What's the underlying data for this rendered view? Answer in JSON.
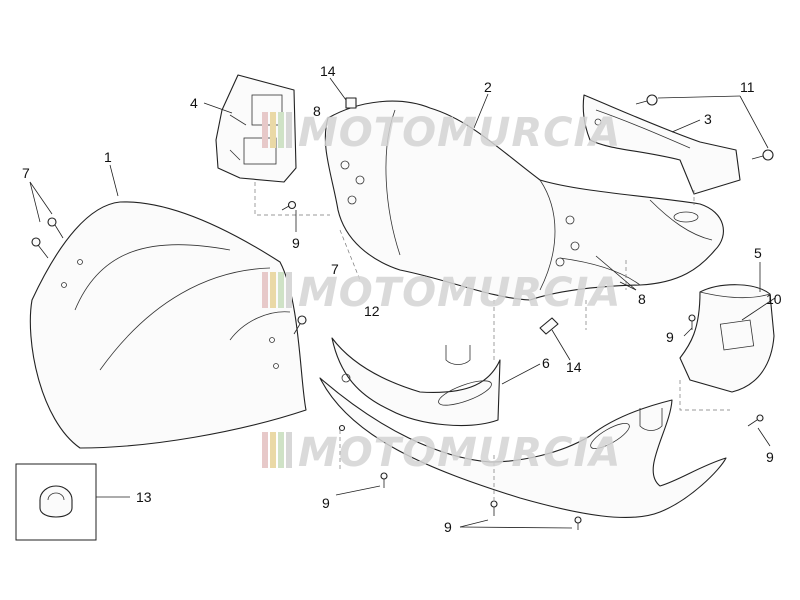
{
  "watermark": {
    "text": "MOTOMURCIA",
    "stripe_colors": [
      "#e7c9c9",
      "#ead9a6",
      "#cfe2c6",
      "#d7d7d7"
    ]
  },
  "labels": {
    "windshield": "1",
    "headlight_cover": "2",
    "right_cover": "3",
    "left_cover": "4",
    "right_switch_housing": "5",
    "front_lower_cover": "6",
    "screw_7_top": "7",
    "screw_7_mid": "7",
    "screw_8_top": "8",
    "screw_8_right": "8",
    "screw_9_left": "9",
    "screw_9_bottom_left": "9",
    "screw_9_bottom_center": "9",
    "screw_9_right": "9",
    "screw_9_mid": "9",
    "spacer_10": "10",
    "screw_11": "11",
    "screw_12": "12",
    "rubber_13": "13",
    "screw_14_top": "14",
    "screw_14_mid": "14"
  }
}
